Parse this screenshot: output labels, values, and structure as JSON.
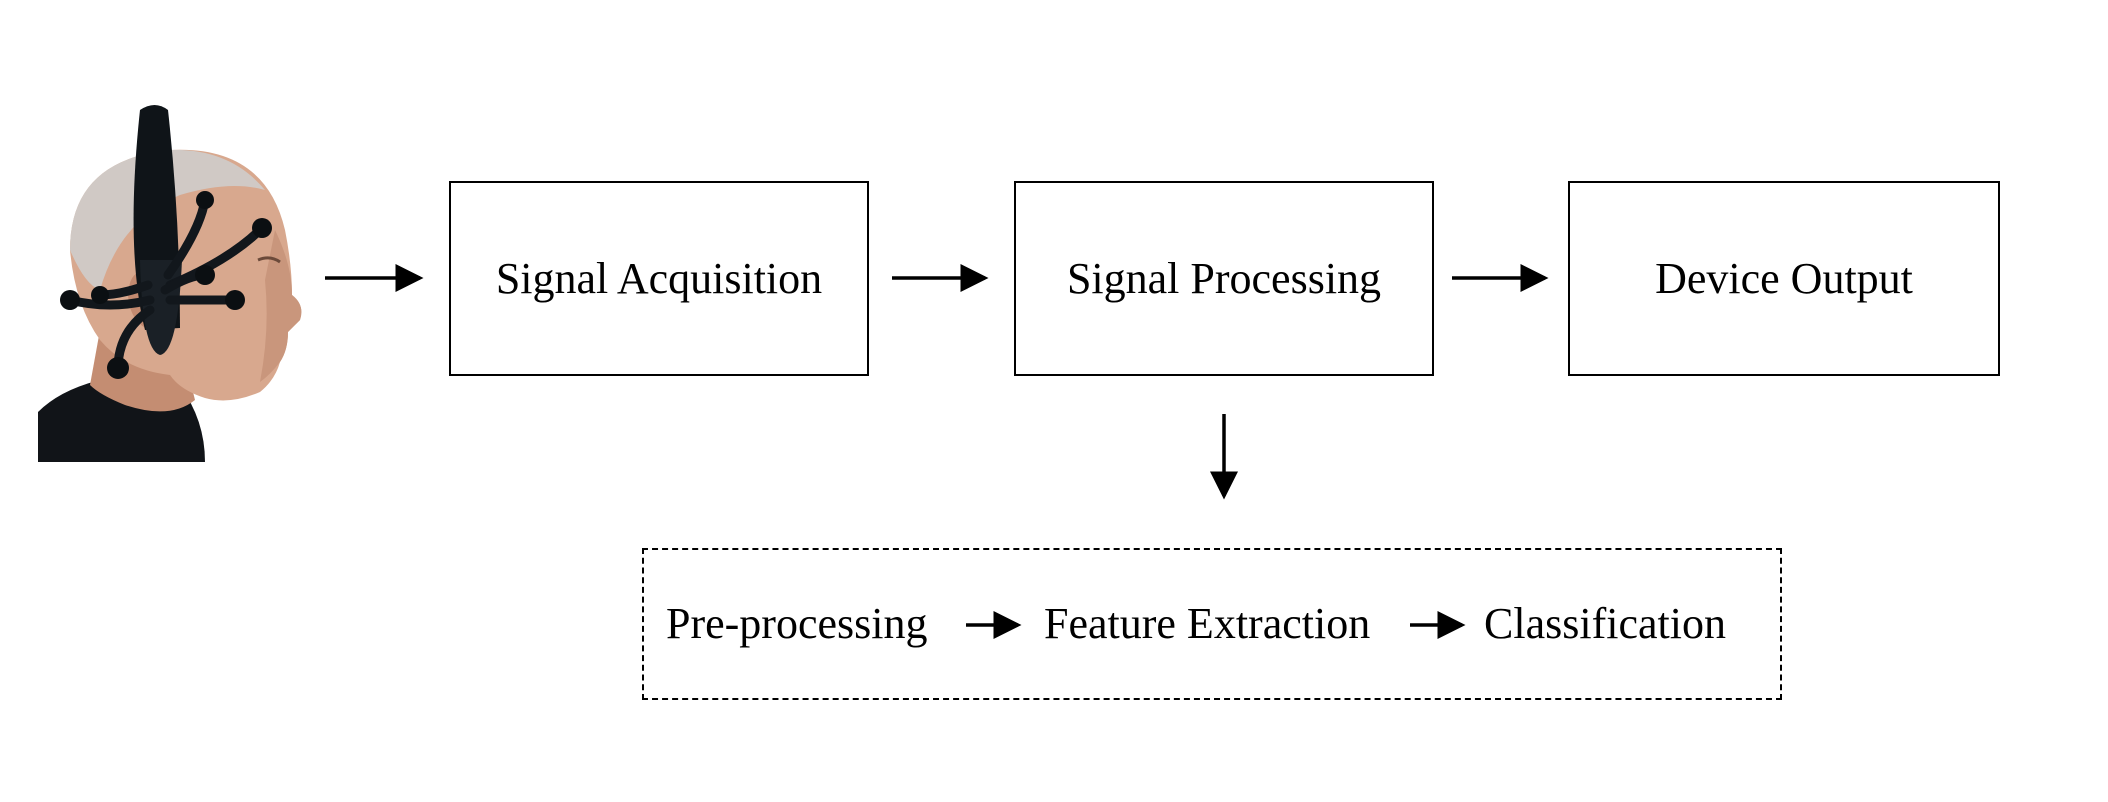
{
  "diagram": {
    "stages": [
      {
        "label": "Signal Acquisition"
      },
      {
        "label": "Signal Processing"
      },
      {
        "label": "Device Output"
      }
    ],
    "processing_steps": [
      {
        "label": "Pre-processing"
      },
      {
        "label": "Feature Extraction"
      },
      {
        "label": "Classification"
      }
    ],
    "input_image": {
      "icon": "eeg-headset-head-icon",
      "description_hidden": true
    }
  }
}
